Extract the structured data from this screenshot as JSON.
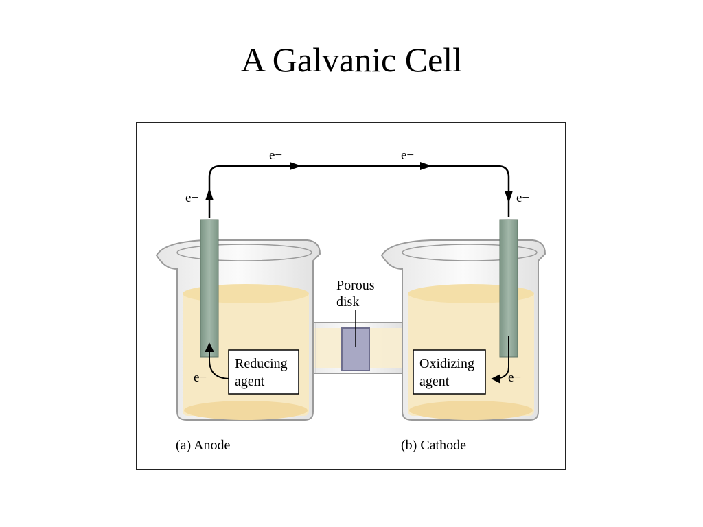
{
  "title": "A Galvanic Cell",
  "labels": {
    "electron": "e−",
    "porous_disk_line1": "Porous",
    "porous_disk_line2": "disk",
    "reducing_line1": "Reducing",
    "reducing_line2": "agent",
    "oxidizing_line1": "Oxidizing",
    "oxidizing_line2": "agent",
    "anode_caption": "(a) Anode",
    "cathode_caption": "(b) Cathode"
  },
  "colors": {
    "electrode": "#8fa898",
    "solution": "#f7e9c4",
    "solution_surface": "#f4dfa8",
    "glass_outline": "#9a9a9a",
    "porous_disk": "#a8a8c4",
    "wire": "#000000"
  }
}
